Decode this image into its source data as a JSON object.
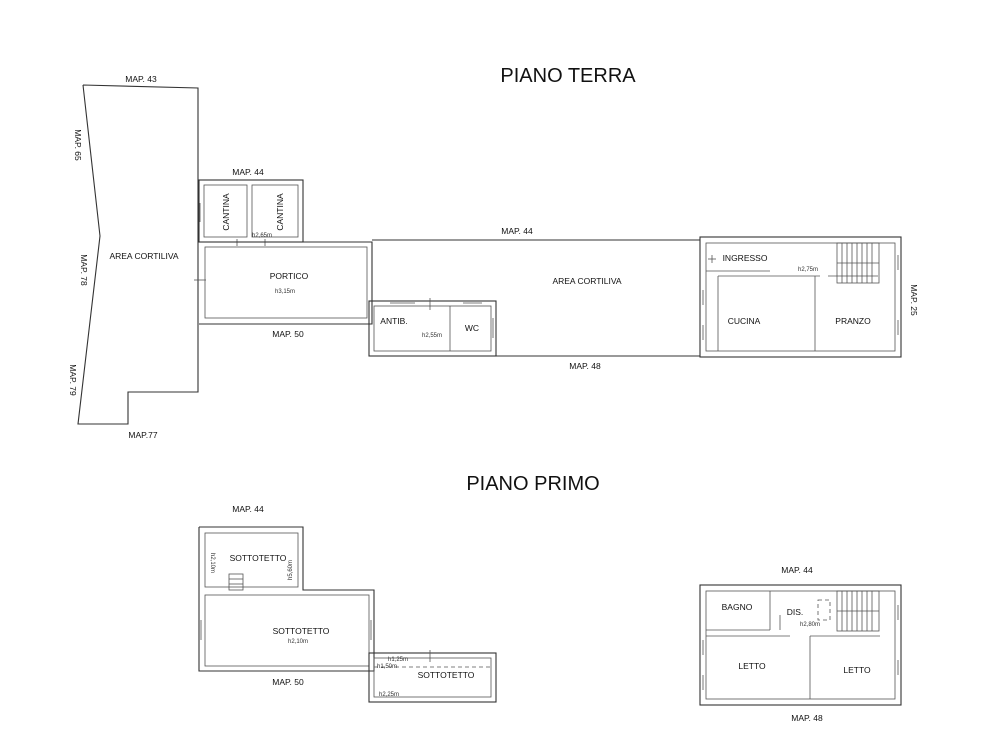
{
  "titles": {
    "ground": "PIANO TERRA",
    "first": "PIANO  PRIMO"
  },
  "ground": {
    "map43": "MAP. 43",
    "map65": "MAP. 65",
    "map78": "MAP. 78",
    "map79": "MAP. 79",
    "map77": "MAP.77",
    "area_cortiliva_left": "AREA CORTILIVA",
    "map44_small": "MAP. 44",
    "cantina_1": "CANTINA",
    "cantina_2": "CANTINA",
    "h_cantina": "h2,65m",
    "portico": "PORTICO",
    "h_portico": "h3,15m",
    "map50": "MAP. 50",
    "map44_long": "MAP. 44",
    "area_cortiliva_center": "AREA CORTILIVA",
    "antib": "ANTIB.",
    "wc": "WC",
    "h_antib": "h2,55m",
    "map48": "MAP. 48",
    "ingresso": "INGRESSO",
    "h_ingresso": "h2,75m",
    "cucina": "CUCINA",
    "pranzo": "PRANZO",
    "map25": "MAP. 25"
  },
  "first": {
    "map44_left": "MAP. 44",
    "sottotetto_top": "SOTTOTETTO",
    "h_210_vert": "h2,10m",
    "h_560_vert": "h5,60m",
    "sottotetto_main": "SOTTOTETTO",
    "h_main": "h2,10m",
    "map50": "MAP. 50",
    "h_125": "h1,25m",
    "h_150": "h1,50m",
    "sottotetto_small": "SOTTOTETTO",
    "h_225": "h2,25m",
    "map44_right": "MAP. 44",
    "bagno": "BAGNO",
    "dis": "DIS.",
    "h_dis": "h2,80m",
    "letto_1": "LETTO",
    "letto_2": "LETTO",
    "map48": "MAP. 48"
  }
}
